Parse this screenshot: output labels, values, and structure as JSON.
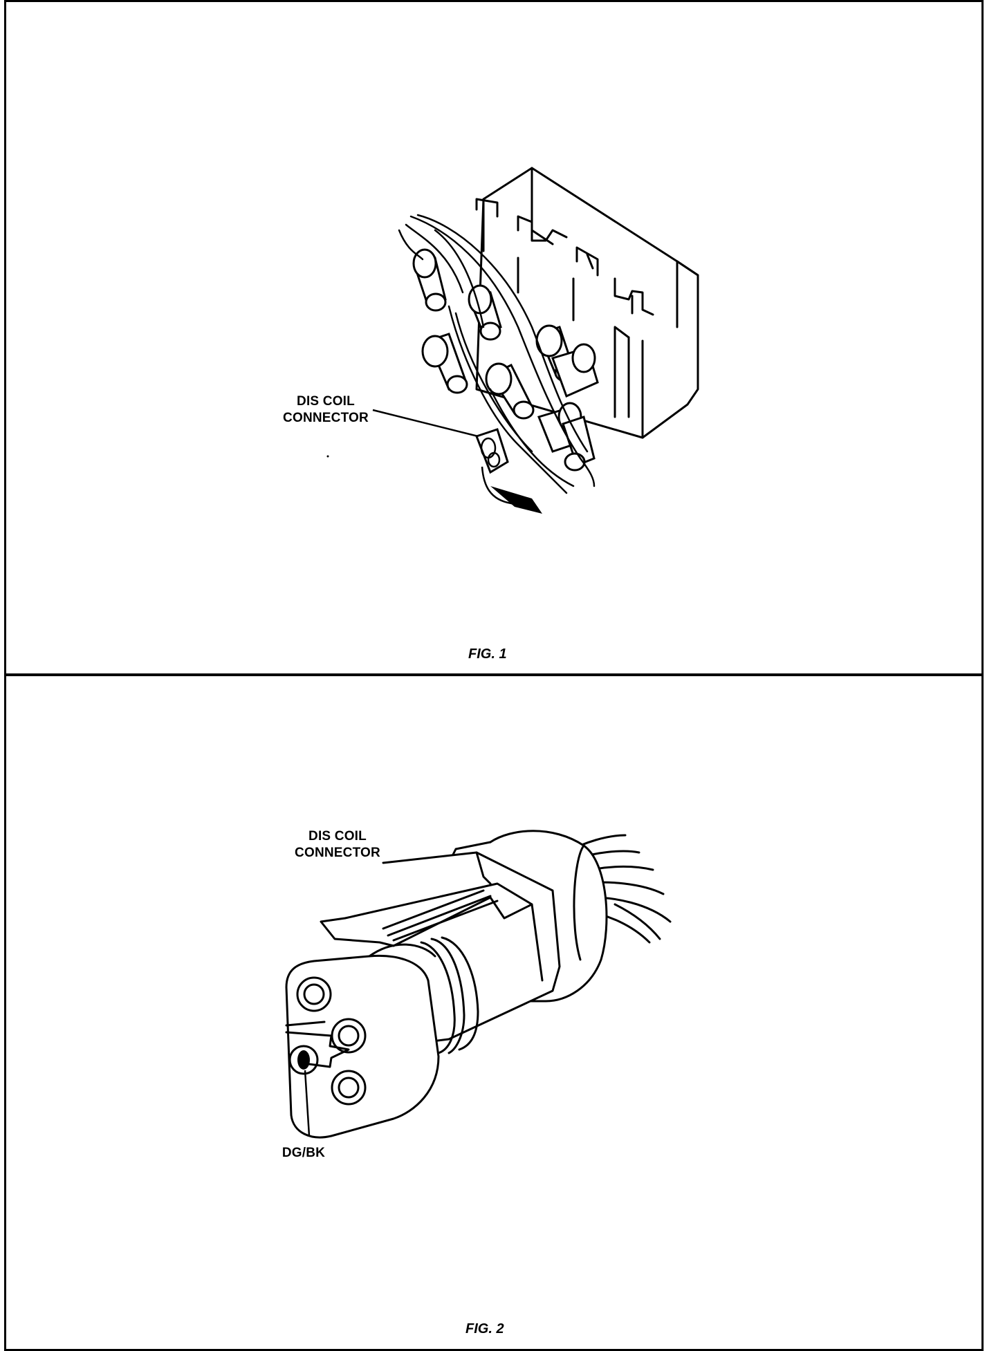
{
  "figures": [
    {
      "id": "fig1",
      "caption": "FIG. 1",
      "callouts": [
        {
          "lines": [
            "DIS COIL",
            "CONNECTOR"
          ]
        }
      ]
    },
    {
      "id": "fig2",
      "caption": "FIG. 2",
      "callouts": [
        {
          "lines": [
            "DIS COIL",
            "CONNECTOR"
          ]
        },
        {
          "lines": [
            "DG/BK"
          ]
        }
      ]
    }
  ]
}
